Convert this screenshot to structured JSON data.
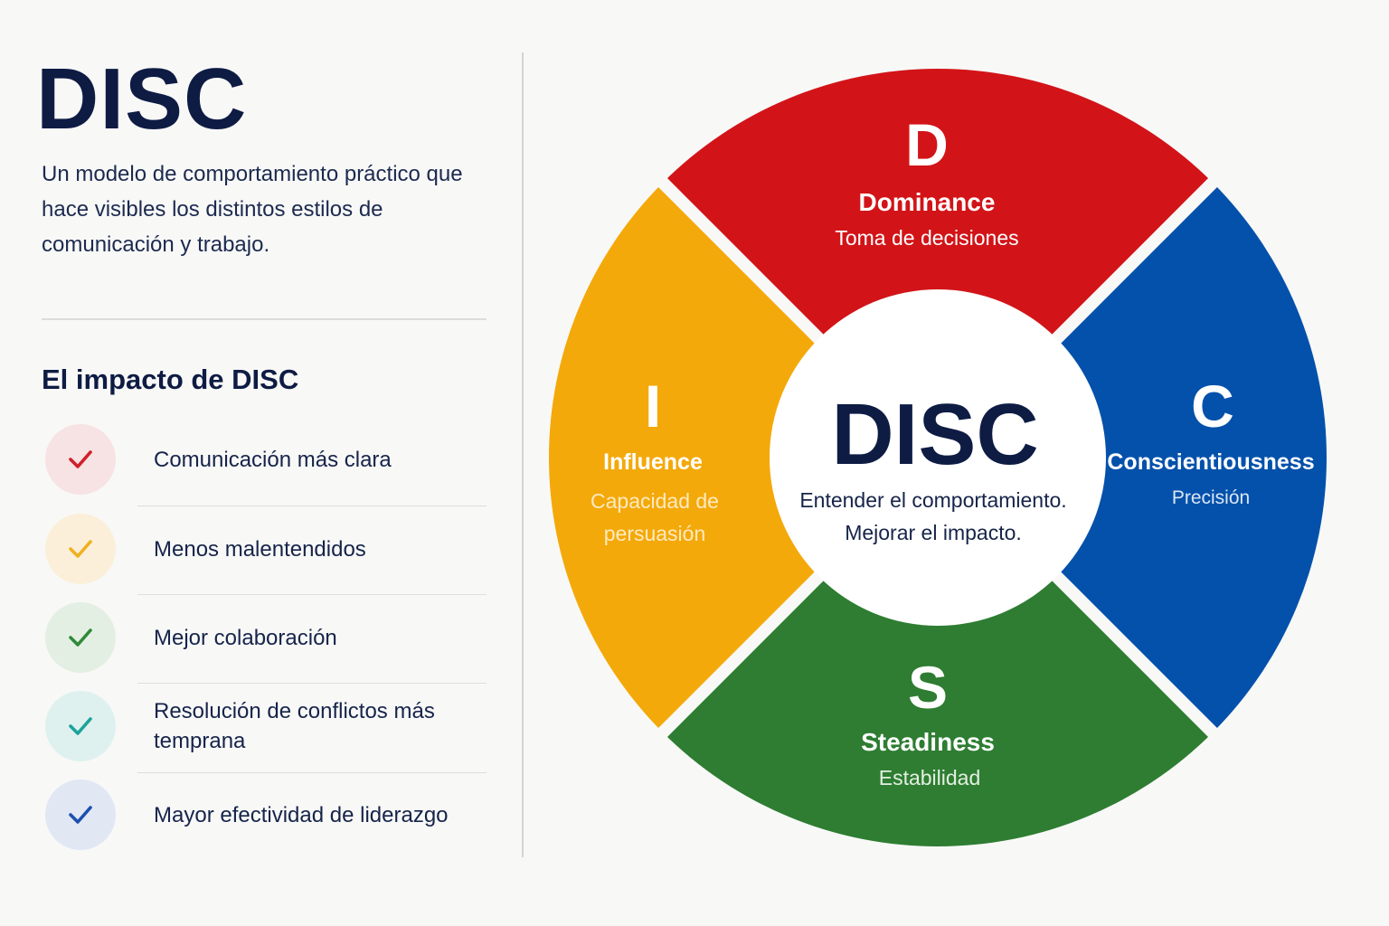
{
  "title": "DISC",
  "subtitle": "Un modelo de comportamiento práctico que hace visibles los distintos estilos de comunicación y trabajo.",
  "impact": {
    "heading": "El impacto de DISC",
    "items": [
      {
        "label": "Comunicación más clara",
        "color": "#d0202a",
        "bg": "#f7e3e3"
      },
      {
        "label": "Menos malentendidos",
        "color": "#f0b020",
        "bg": "#fbefd9"
      },
      {
        "label": "Mejor colaboración",
        "color": "#2f8a3a",
        "bg": "#e4efe3"
      },
      {
        "label": "Resolución de conflictos más temprana",
        "color": "#1aa39a",
        "bg": "#def1ee"
      },
      {
        "label": "Mayor efectividad de liderazgo",
        "color": "#1d4fb0",
        "bg": "#e1e8f4"
      }
    ]
  },
  "wheel": {
    "center": {
      "title": "DISC",
      "line1": "Entender el comportamiento.",
      "line2": "Mejorar el impacto."
    },
    "segments": {
      "d": {
        "letter": "D",
        "name": "Dominance",
        "desc": "Toma de decisiones",
        "color": "#d21418"
      },
      "i": {
        "letter": "I",
        "name": "Influence",
        "desc1": "Capacidad de",
        "desc2": "persuasión",
        "color": "#f4a90a"
      },
      "s": {
        "letter": "S",
        "name": "Steadiness",
        "desc": "Estabilidad",
        "color": "#2e7d32"
      },
      "c": {
        "letter": "C",
        "name": "Conscientiousness",
        "desc": "Precisión",
        "color": "#0451ab"
      }
    }
  }
}
